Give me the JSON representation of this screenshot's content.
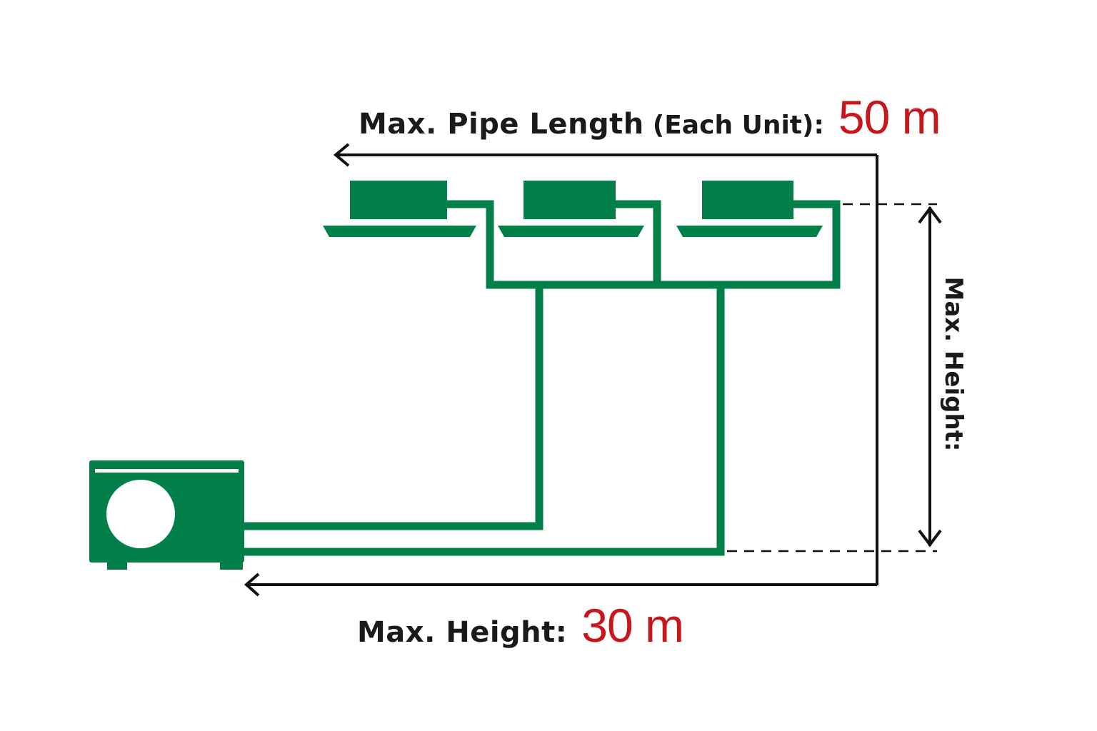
{
  "colors": {
    "equipment": "#03804a",
    "accent": "#c8161d",
    "line": "#111111"
  },
  "labels": {
    "pipe_length": {
      "caption": "Max. Pipe Length",
      "qualifier": "(Each Unit):",
      "value": "50 m"
    },
    "height": {
      "caption": "Max. Height:",
      "value": "30 m"
    },
    "vertical_height": "Max. Height:"
  },
  "components": {
    "outdoor_unit": "outdoor-condenser-unit",
    "indoor_units": [
      "cassette-unit",
      "cassette-unit",
      "cassette-unit"
    ]
  }
}
